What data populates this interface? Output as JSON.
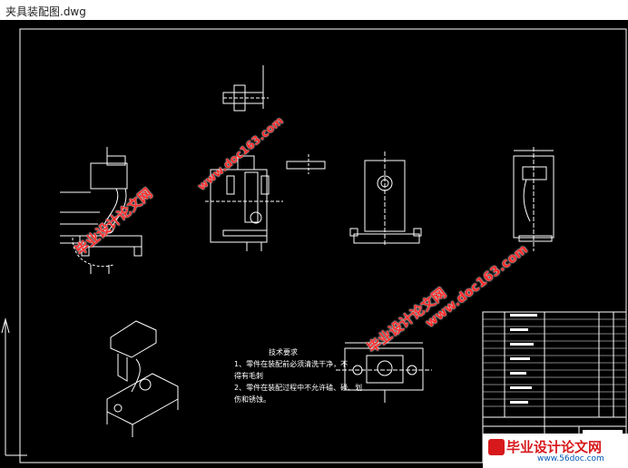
{
  "window": {
    "title": "夹具装配图.dwg"
  },
  "watermarks": {
    "cn_text": "毕业设计论文网",
    "url_text": "www.doc163.com"
  },
  "tech_note": {
    "heading": "技术要求",
    "item1": "1、零件在装配前必须清洗干净，不",
    "item1b": "得有毛刺",
    "item2": "2、零件在装配过程中不允许磕、碰、划",
    "item2b": "伤和锈蚀。"
  },
  "logo": {
    "brand": "毕业设计论文网",
    "site": "www.56doc.com"
  },
  "colors": {
    "background": "#000000",
    "lines": "#ffffff",
    "watermark": "#ff2a2a",
    "logo_red": "#d7191c",
    "logo_blue": "#0057b7"
  }
}
